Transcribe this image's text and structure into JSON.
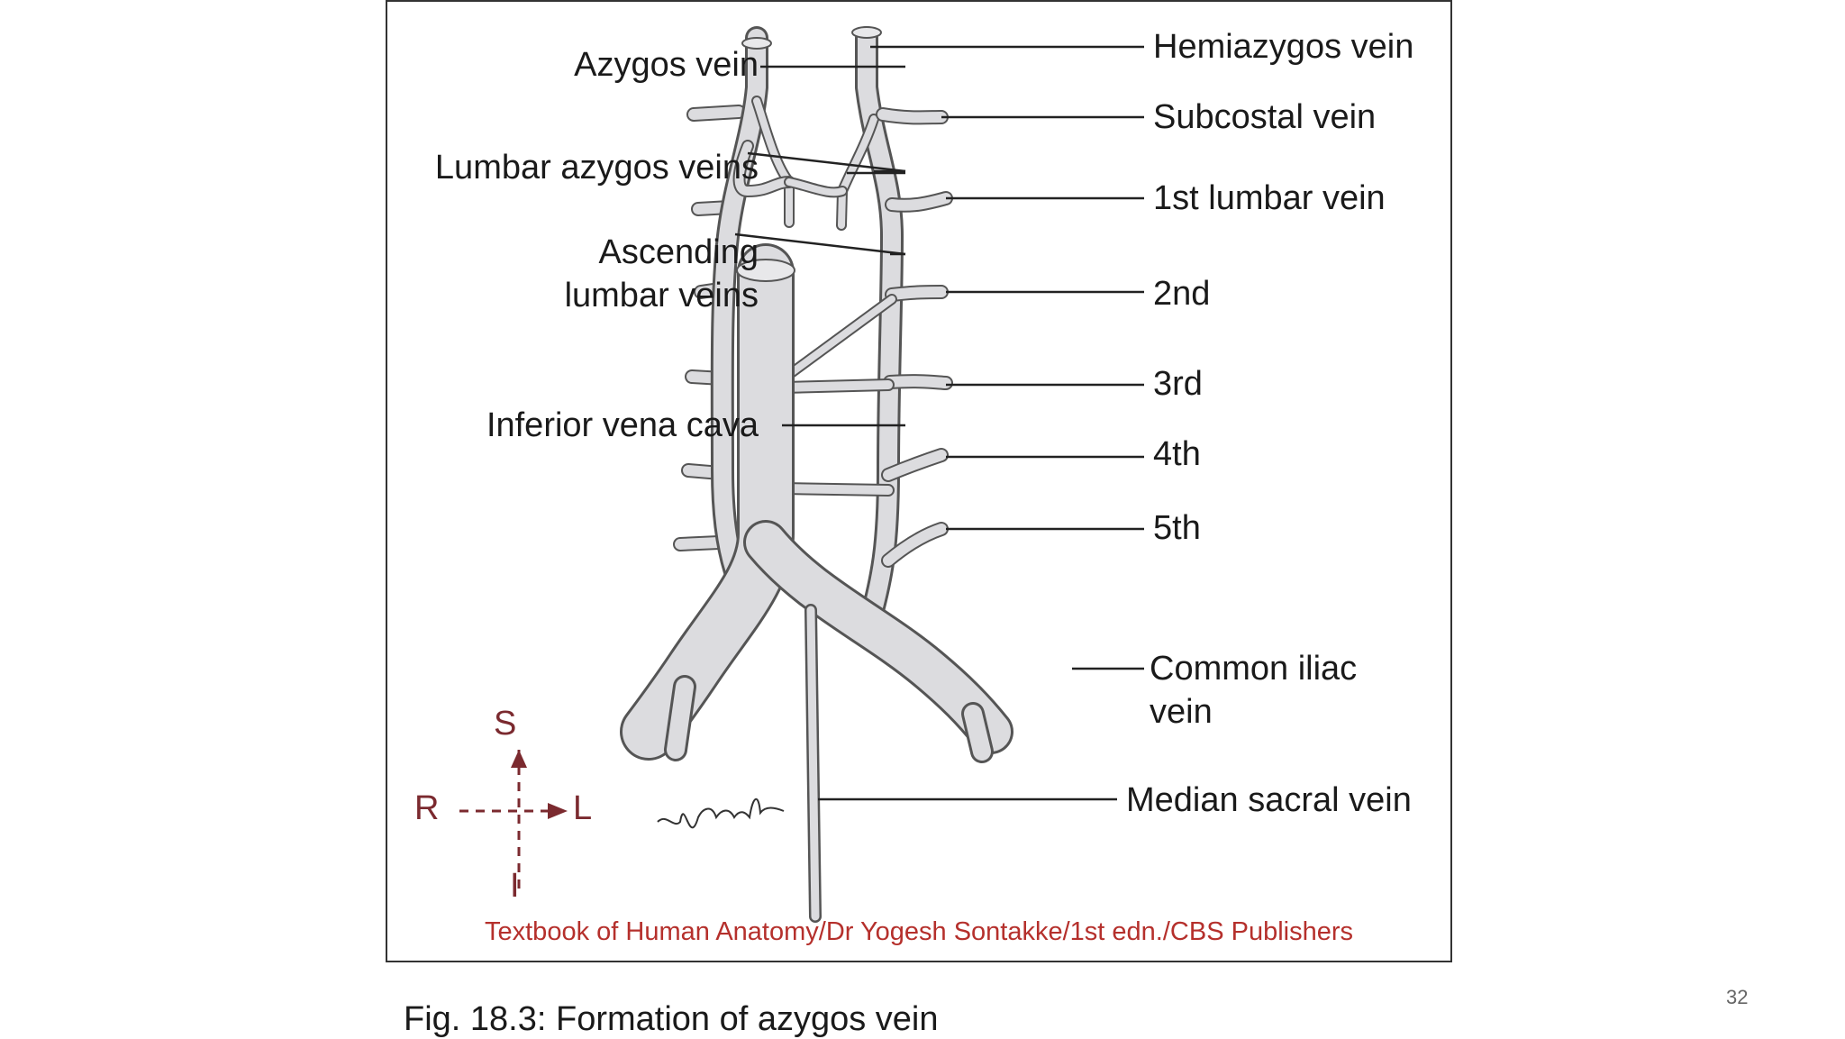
{
  "labels": {
    "azygos": "Azygos vein",
    "lumbar_azygos": "Lumbar azygos veins",
    "ascending_1": "Ascending",
    "ascending_2": "lumbar veins",
    "ivc": "Inferior vena cava",
    "hemiazygos": "Hemiazygos vein",
    "subcostal": "Subcostal vein",
    "lumbar1": "1st lumbar vein",
    "lumbar2": "2nd",
    "lumbar3": "3rd",
    "lumbar4": "4th",
    "lumbar5": "5th",
    "iliac_1": "Common iliac",
    "iliac_2": "vein",
    "sacral": "Median sacral vein"
  },
  "orientation": {
    "superior": "S",
    "inferior": "I",
    "right": "R",
    "left": "L"
  },
  "signature": "yogesh",
  "credit": "Textbook of Human Anatomy/Dr Yogesh Sontakke/1st edn./CBS Publishers",
  "caption": "Fig. 18.3: Formation of azygos vein",
  "page_number": "32",
  "colors": {
    "vein_fill": "#dcdcdf",
    "vein_stroke": "#555555",
    "credit": "#b5302c",
    "orientation": "#7b2a2f"
  }
}
